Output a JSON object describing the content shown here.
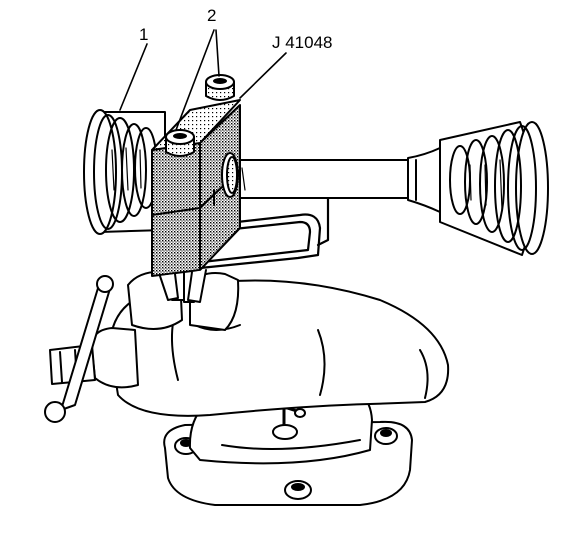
{
  "callouts": {
    "label_1": "1",
    "label_2": "2",
    "tool_label": "J 41048"
  },
  "colors": {
    "line": "#000000",
    "background": "#ffffff",
    "shading": "stipple-gray"
  }
}
